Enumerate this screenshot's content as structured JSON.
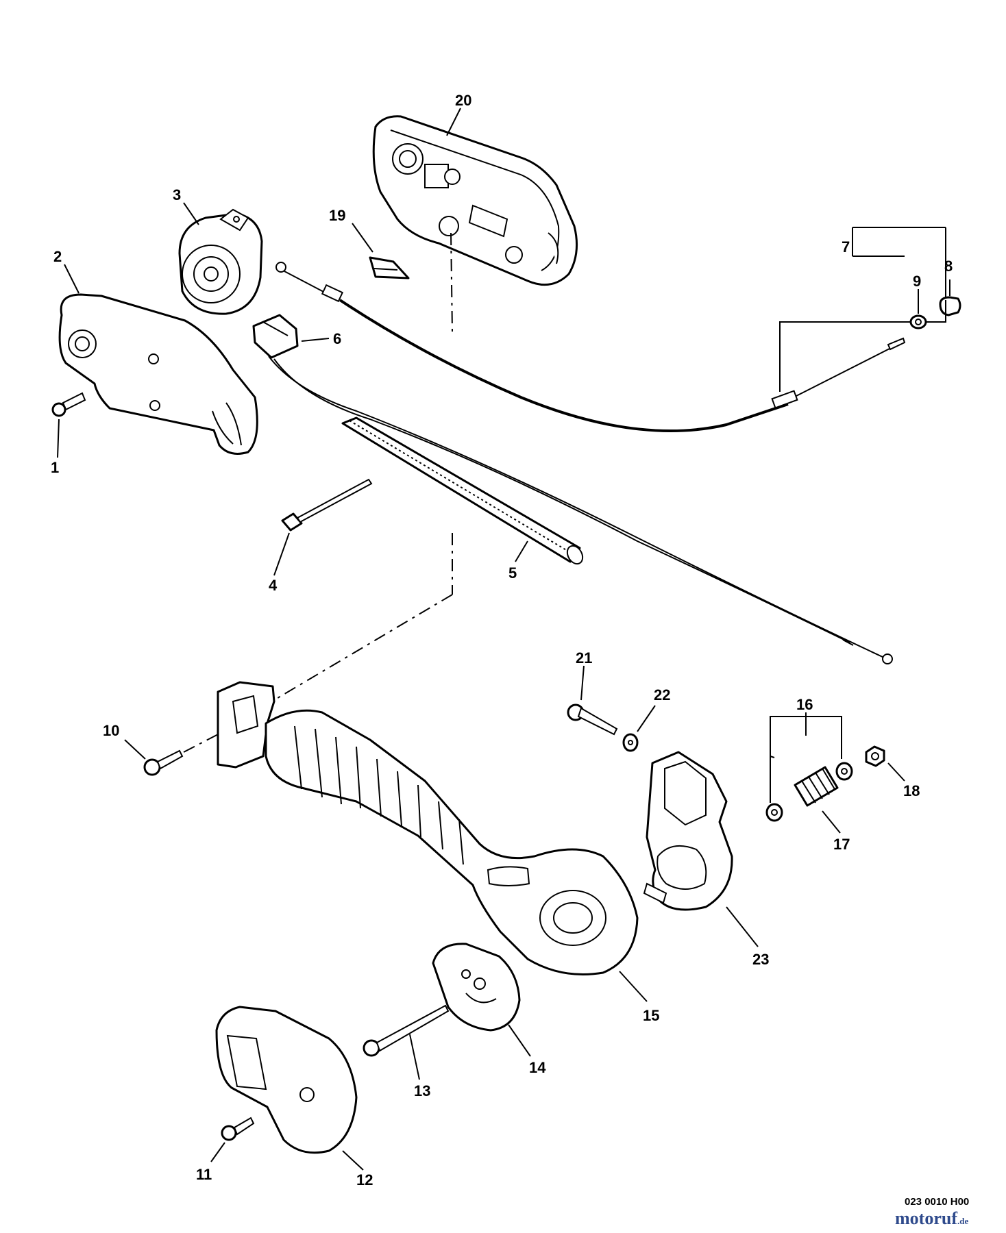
{
  "callouts": [
    "20",
    "3",
    "19",
    "2",
    "7",
    "8",
    "9",
    "6",
    "1",
    "5",
    "4",
    "21",
    "22",
    "16",
    "10",
    "18",
    "17",
    "23",
    "15",
    "14",
    "13",
    "12",
    "11"
  ],
  "footer": {
    "doc_code": "023 0010 H00",
    "watermark": "motoruf",
    "watermark_suffix": ".de"
  }
}
